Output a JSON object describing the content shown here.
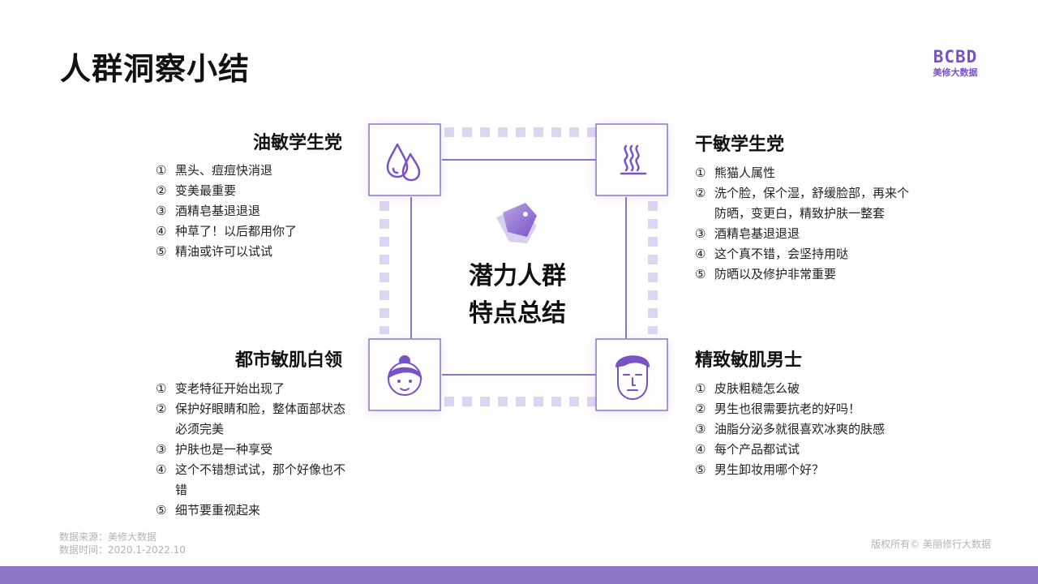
{
  "page": {
    "title": "人群洞察小结"
  },
  "logo": {
    "mark": "BCBD",
    "subtitle": "美修大数据"
  },
  "center": {
    "line1": "潜力人群",
    "line2": "特点总结"
  },
  "personas": {
    "top_left": {
      "title": "油敏学生党",
      "icon": "water-drops-icon",
      "items": [
        {
          "num": "①",
          "text": "黑头、痘痘快消退"
        },
        {
          "num": "②",
          "text": "变美最重要"
        },
        {
          "num": "③",
          "text": "酒精皂基退退退"
        },
        {
          "num": "④",
          "text": "种草了！以后都用你了"
        },
        {
          "num": "⑤",
          "text": "精油或许可以试试"
        }
      ]
    },
    "top_right": {
      "title": "干敏学生党",
      "icon": "steam-heat-icon",
      "items": [
        {
          "num": "①",
          "text": "熊猫人属性"
        },
        {
          "num": "②",
          "text": "洗个脸，保个湿，舒缓脸部，再来个防晒，变更白，精致护肤一整套"
        },
        {
          "num": "③",
          "text": "酒精皂基退退退"
        },
        {
          "num": "④",
          "text": "这个真不错，会坚持用哒"
        },
        {
          "num": "⑤",
          "text": "防晒以及修护非常重要"
        }
      ]
    },
    "bottom_left": {
      "title": "都市敏肌白领",
      "icon": "woman-face-icon",
      "items": [
        {
          "num": "①",
          "text": "变老特征开始出现了"
        },
        {
          "num": "②",
          "text": "保护好眼睛和脸，整体面部状态必须完美"
        },
        {
          "num": "③",
          "text": "护肤也是一种享受"
        },
        {
          "num": "④",
          "text": "这个不错想试试，那个好像也不错"
        },
        {
          "num": "⑤",
          "text": "细节要重视起来"
        }
      ]
    },
    "bottom_right": {
      "title": "精致敏肌男士",
      "icon": "man-face-icon",
      "items": [
        {
          "num": "①",
          "text": "皮肤粗糙怎么破"
        },
        {
          "num": "②",
          "text": "男生也很需要抗老的好吗！"
        },
        {
          "num": "③",
          "text": "油脂分泌多就很喜欢冰爽的肤感"
        },
        {
          "num": "④",
          "text": "每个产品都试试"
        },
        {
          "num": "⑤",
          "text": "男生卸妆用哪个好？"
        }
      ]
    }
  },
  "footer": {
    "source": "数据来源：美修大数据",
    "time": "数据时间：2020.1-2022.10",
    "copyright": "版权所有© 美丽修行大数据"
  },
  "colors": {
    "accent": "#7a52c7",
    "frame": "#8b76c8",
    "dash": "#ddd6f1",
    "bar": "#8b76c8"
  }
}
